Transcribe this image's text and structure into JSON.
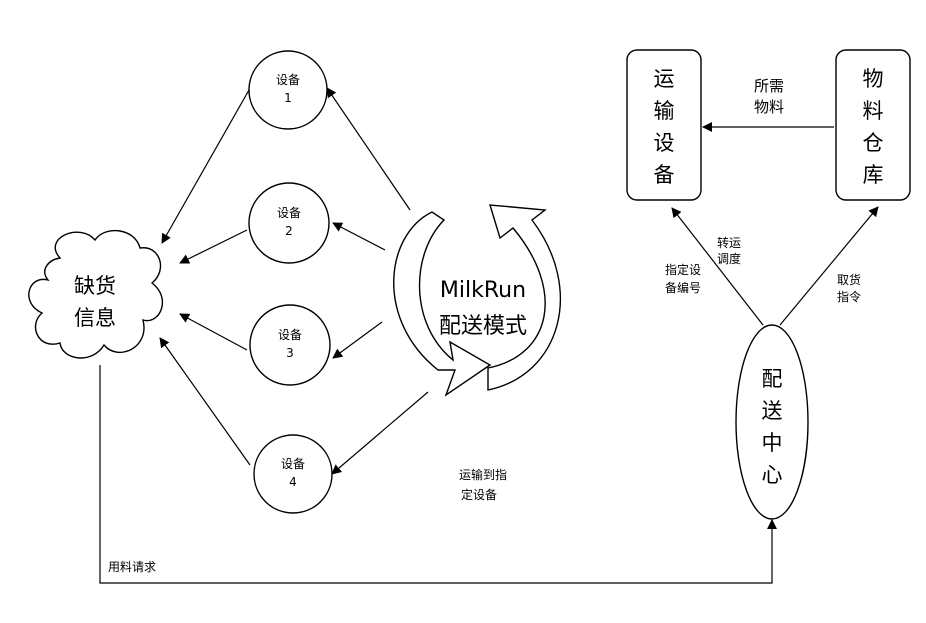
{
  "shortage": {
    "line1": "缺货",
    "line2": "信息"
  },
  "devices": [
    {
      "line1": "设备",
      "line2": "1"
    },
    {
      "line1": "设备",
      "line2": "2"
    },
    {
      "line1": "设备",
      "line2": "3"
    },
    {
      "line1": "设备",
      "line2": "4"
    }
  ],
  "milkrun": {
    "line1": "MilkRun",
    "line2": "配送模式"
  },
  "transport_equipment": [
    "运",
    "输",
    "设",
    "备"
  ],
  "warehouse": [
    "物",
    "料",
    "仓",
    "库"
  ],
  "distribution_center": [
    "配",
    "送",
    "中",
    "心"
  ],
  "labels": {
    "required_materials": {
      "line1": "所需",
      "line2": "物料"
    },
    "transfer_dispatch": {
      "line1": "转运",
      "line2": "调度"
    },
    "assign_device_no": {
      "line1": "指定设",
      "line2": "备编号"
    },
    "pickup_instruction": {
      "line1": "取货",
      "line2": "指令"
    },
    "transport_to_device": {
      "line1": "运输到指",
      "line2": "定设备"
    },
    "material_request": "用料请求"
  }
}
